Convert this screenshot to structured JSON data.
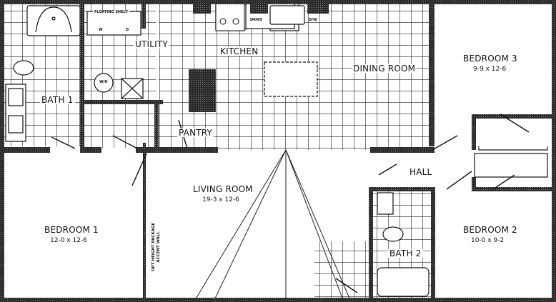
{
  "plan": {
    "rooms": {
      "bath1": {
        "label": "BATH 1"
      },
      "utility": {
        "label": "UTILITY"
      },
      "floating_shelf": {
        "label": "FLOATING SHELF"
      },
      "washer": {
        "label": "W"
      },
      "dryer": {
        "label": "D"
      },
      "water_heater": {
        "label": "W/H"
      },
      "kitchen": {
        "label": "KITCHEN"
      },
      "drawers": {
        "label": "DRWS"
      },
      "dishwasher": {
        "label": "D/W"
      },
      "pantry": {
        "label": "PANTRY"
      },
      "dining": {
        "label": "DINING ROOM"
      },
      "bedroom3": {
        "label": "BEDROOM 3",
        "dims": "9-9 x 12-6"
      },
      "hall": {
        "label": "HALL"
      },
      "living": {
        "label": "LIVING ROOM",
        "dims": "19-3 x 12-6"
      },
      "accent_wall": {
        "line1": "OPT HEIGHT PACKAGE",
        "line2": "ACCENT WALL"
      },
      "bedroom1": {
        "label": "BEDROOM 1",
        "dims": "12-0 x 12-6"
      },
      "bath2": {
        "label": "BATH 2"
      },
      "bedroom2": {
        "label": "BEDROOM 2",
        "dims": "10-0 x 9-2"
      }
    },
    "colors": {
      "wall": "#1a1a1a",
      "tile": "#222222",
      "paper": "#ffffff"
    }
  }
}
